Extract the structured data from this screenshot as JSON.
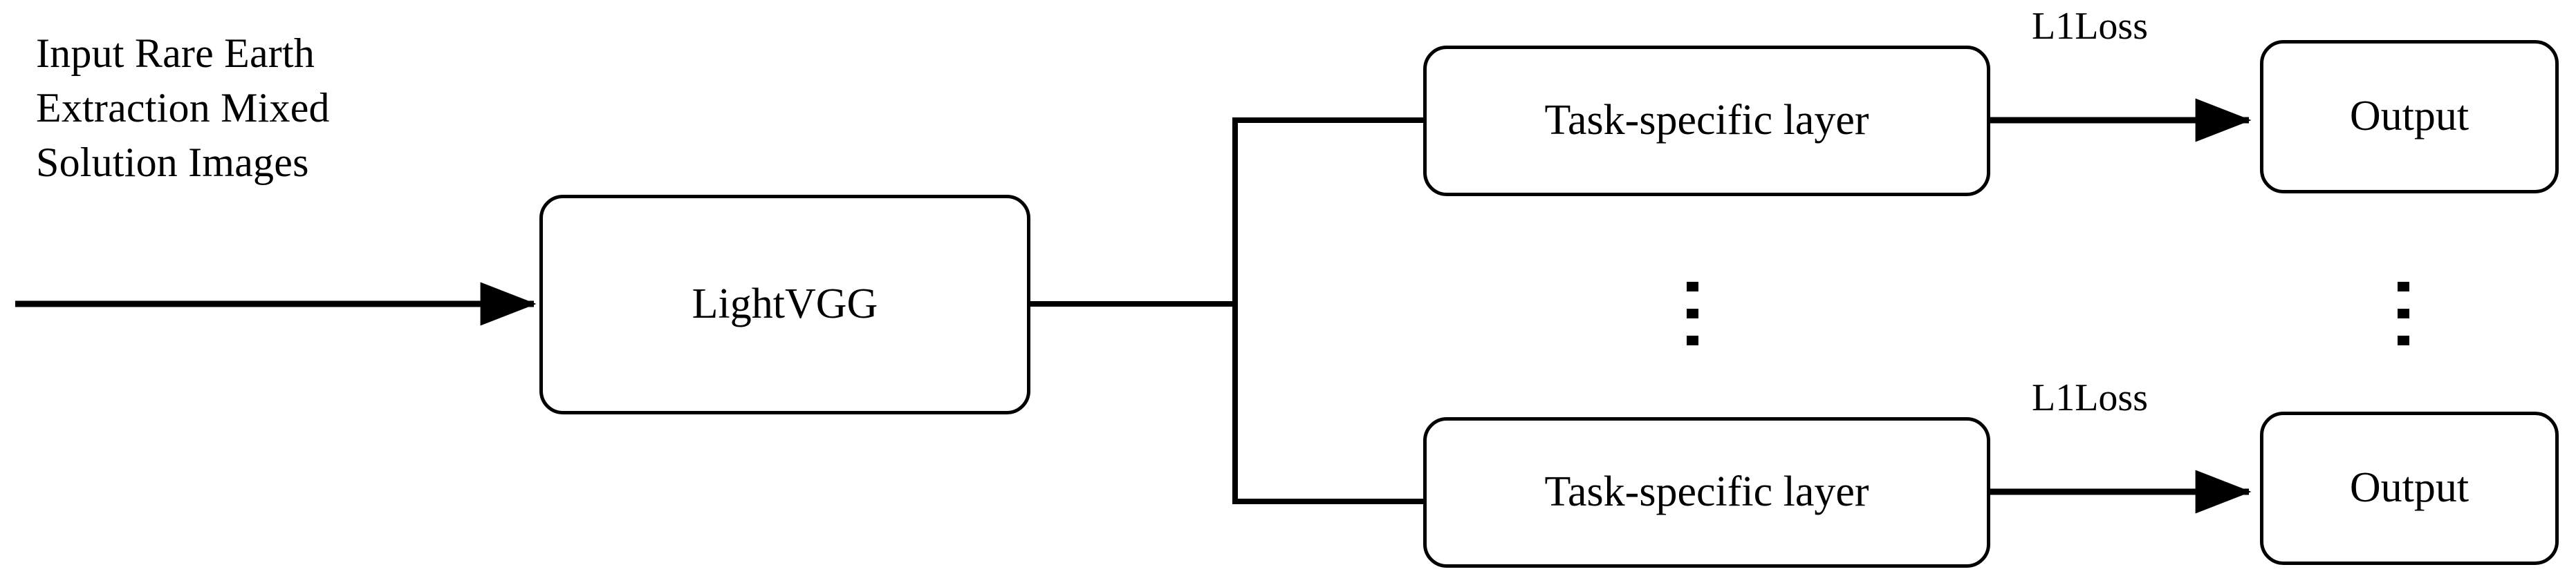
{
  "diagram": {
    "title": "LightVGG multi-task network architecture",
    "background_color": "#ffffff",
    "stroke_color": "#000000",
    "input": {
      "caption": "Input Rare Earth\nExtraction Mixed\nSolution Images",
      "arrow_label": "input-arrow"
    },
    "backbone": {
      "label": "LightVGG"
    },
    "branches": [
      {
        "task_layer_label": "Task-specific layer",
        "loss_label": "L1Loss",
        "output_label": "Output"
      },
      {
        "task_layer_label": "Task-specific layer",
        "loss_label": "L1Loss",
        "output_label": "Output"
      }
    ],
    "ellipsis": {
      "layers_column": "⋮",
      "outputs_column": "⋮",
      "dot_count": 3
    }
  }
}
